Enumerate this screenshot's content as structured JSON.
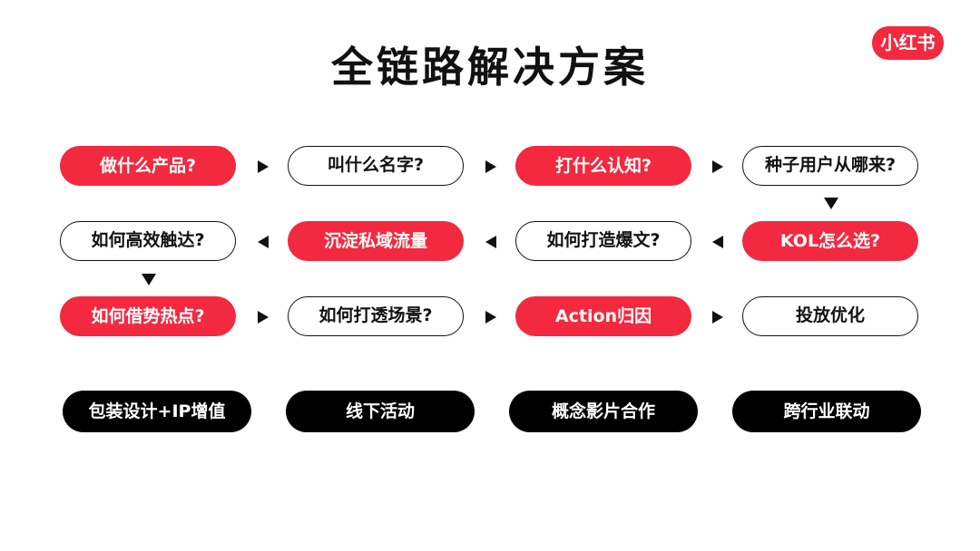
{
  "title": "全链路解决方案",
  "logo": "小红书",
  "rows": [
    [
      "做什么产品?",
      "叫什么名字?",
      "打什么认知?",
      "种子用户从哪来?"
    ],
    [
      "如何高效触达?",
      "沉淀私域流量",
      "如何打造爆文?",
      "KOL怎么选?"
    ],
    [
      "如何借势热点?",
      "如何打透场景?",
      "Action归因",
      "投放优化"
    ]
  ],
  "bottom": [
    "包装设计+IP增值",
    "线下活动",
    "概念影片合作",
    "跨行业联动"
  ]
}
